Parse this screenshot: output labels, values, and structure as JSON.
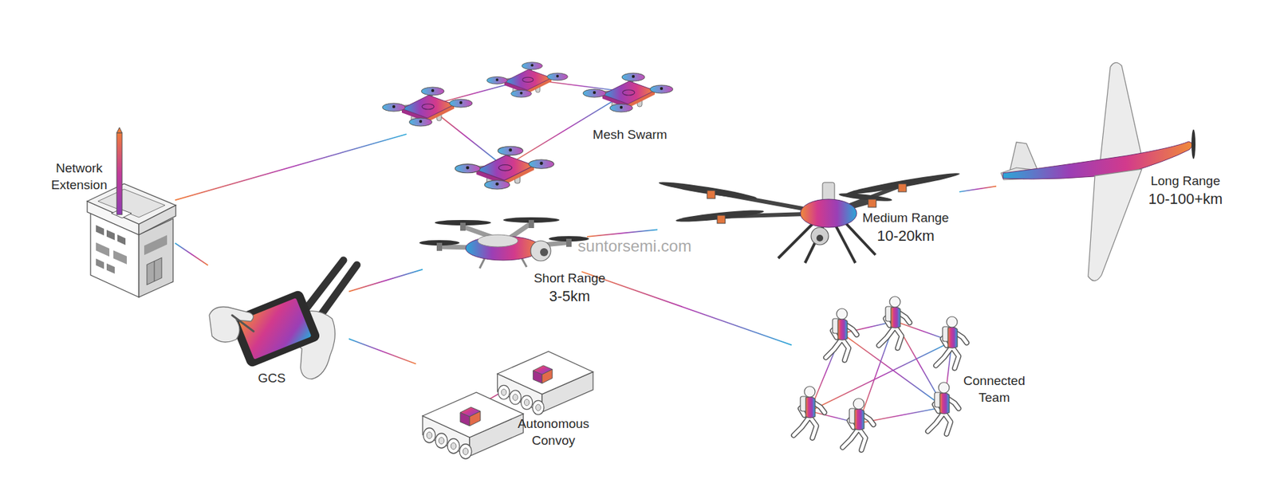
{
  "diagram": {
    "nodes": [
      {
        "text": [
          "Network Extension"
        ]
      },
      {
        "text": [
          "Mesh Swarm"
        ]
      },
      {
        "text": [
          "GCS"
        ]
      },
      {
        "text": [
          "Short Range",
          "3-5km"
        ]
      },
      {
        "text": [
          "Medium Range",
          "10-20km"
        ]
      },
      {
        "text": [
          "Long Range",
          "10-100+km"
        ]
      },
      {
        "text": [
          "Autonomous Convoy"
        ]
      },
      {
        "text": [
          "Connected Team"
        ]
      }
    ],
    "edges": [
      {
        "from": 0,
        "to": 1,
        "arrow": "none"
      },
      {
        "from": 0,
        "to": 2,
        "arrow": "none"
      },
      {
        "from": 2,
        "to": 3,
        "arrow": "none"
      },
      {
        "from": 2,
        "to": 6,
        "arrow": "none"
      },
      {
        "from": 3,
        "to": 4,
        "arrow": "none"
      },
      {
        "from": 4,
        "to": 5,
        "arrow": "none"
      },
      {
        "from": 3,
        "to": 7,
        "arrow": "none"
      }
    ],
    "labels": [
      "suntorsemi.com"
    ]
  }
}
